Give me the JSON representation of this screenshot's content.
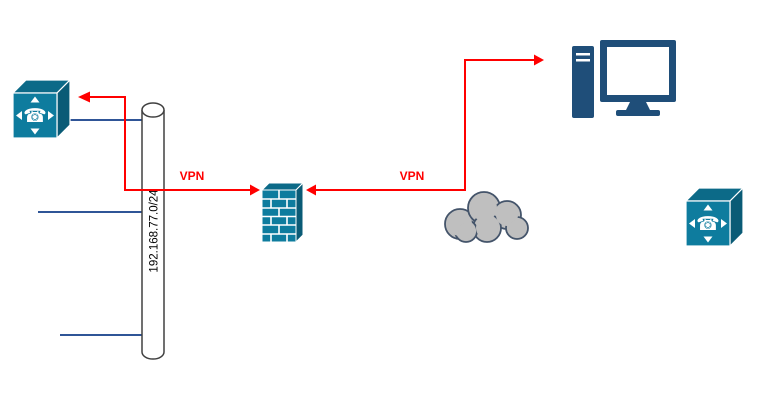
{
  "labels": {
    "subnet": "192.168.77.0/24",
    "vpn_left": "VPN",
    "vpn_right": "VPN"
  },
  "icons": {
    "phone_glyph": "☎"
  },
  "nodes": [
    {
      "name": "voice-gateway-left",
      "icon": "cisco-voice-cube-icon"
    },
    {
      "name": "subnet-bus-pipe",
      "icon": "network-bus-cylinder"
    },
    {
      "name": "firewall",
      "icon": "brick-wall-firewall-icon"
    },
    {
      "name": "internet-cloud",
      "icon": "cloud-icon"
    },
    {
      "name": "desktop-computer",
      "icon": "desktop-pc-icon"
    },
    {
      "name": "voice-gateway-right",
      "icon": "cisco-voice-cube-icon"
    }
  ],
  "colors": {
    "background": "#FFFFFF",
    "vpn_red": "#FF0000",
    "line_blue": "#2F5597",
    "device_teal": "#0E7C9E",
    "device_teal_top": "#0C6A88",
    "device_teal_side": "#0A5B76",
    "cloud_fill": "#BFBFBF",
    "cloud_stroke": "#44546A",
    "computer_navy": "#1F4E79",
    "pipe_stroke": "#404040",
    "pipe_fill": "#FFFFFF",
    "label_black": "#000000"
  }
}
